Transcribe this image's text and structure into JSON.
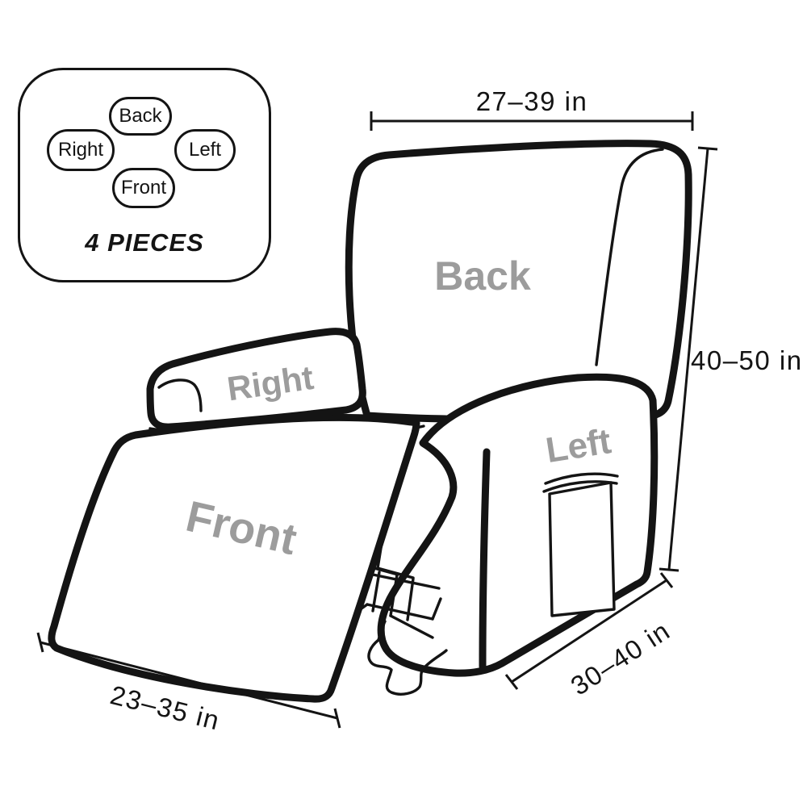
{
  "badge": {
    "pieces_label": "4 PIECES",
    "pills": [
      {
        "label": "Back"
      },
      {
        "label": "Right"
      },
      {
        "label": "Left"
      },
      {
        "label": "Front"
      }
    ]
  },
  "chair_labels": {
    "back": "Back",
    "right": "Right",
    "left": "Left",
    "front": "Front"
  },
  "dimensions": {
    "top_width": "27–39 in",
    "right_height": "40–50 in",
    "bottom_right_depth": "30–40 in",
    "bottom_left_width": "23–35 in"
  },
  "colors": {
    "line": "#141414",
    "label_gray": "#9c9c9c",
    "background": "#ffffff"
  }
}
